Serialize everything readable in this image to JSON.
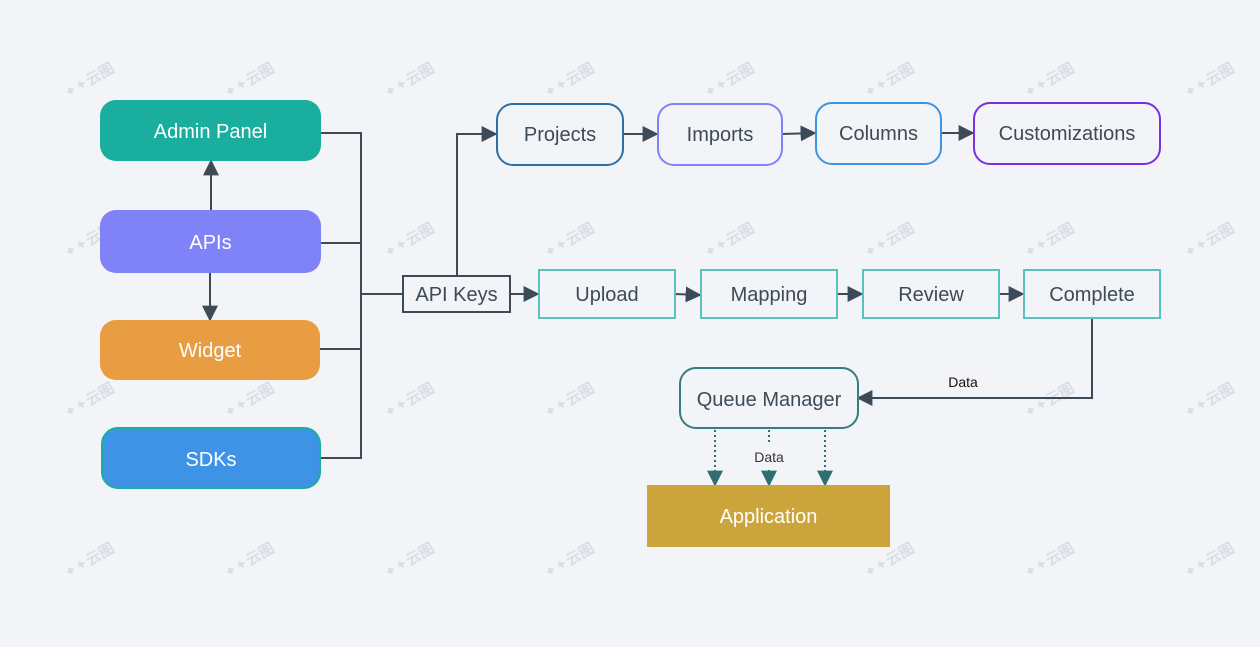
{
  "watermark": "✦✦云图",
  "nodes": {
    "admin_panel": "Admin Panel",
    "apis": "APIs",
    "widget": "Widget",
    "sdks": "SDKs",
    "api_keys": "API Keys",
    "projects": "Projects",
    "imports": "Imports",
    "columns": "Columns",
    "customizations": "Customizations",
    "upload": "Upload",
    "mapping": "Mapping",
    "review": "Review",
    "complete": "Complete",
    "queue_manager": "Queue Manager",
    "application": "Application"
  },
  "edge_labels": {
    "complete_to_queue": "Data",
    "queue_to_application": "Data"
  },
  "colors": {
    "admin_panel": "#1aae9f",
    "apis": "#8083f7",
    "widget": "#e99d42",
    "sdks": "#3f93e6",
    "application": "#cca43c",
    "line": "#3d4a57",
    "teal_box": "#5cbfc0",
    "queue_border": "#3a7c7c"
  }
}
